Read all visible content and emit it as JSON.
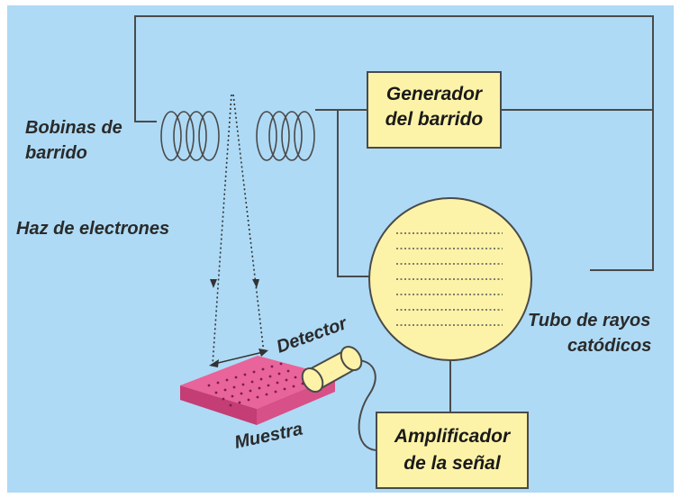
{
  "colors": {
    "background": "#aedaf5",
    "box_fill": "#fdf3a8",
    "screen_fill": "#fdf3a8",
    "sample_top": "#e8649a",
    "sample_side": "#c43d74",
    "wire": "#4a4a4a"
  },
  "labels": {
    "coils_line1": "Bobinas de",
    "coils_line2": "barrido",
    "beam": "Haz de electrones",
    "detector": "Detector",
    "sample": "Muestra",
    "crt_line1": "Tubo de rayos",
    "crt_line2": "catódicos"
  },
  "boxes": {
    "scan_generator_line1": "Generador",
    "scan_generator_line2": "del barrido",
    "amplifier_line1": "Amplificador",
    "amplifier_line2": "de la señal"
  }
}
